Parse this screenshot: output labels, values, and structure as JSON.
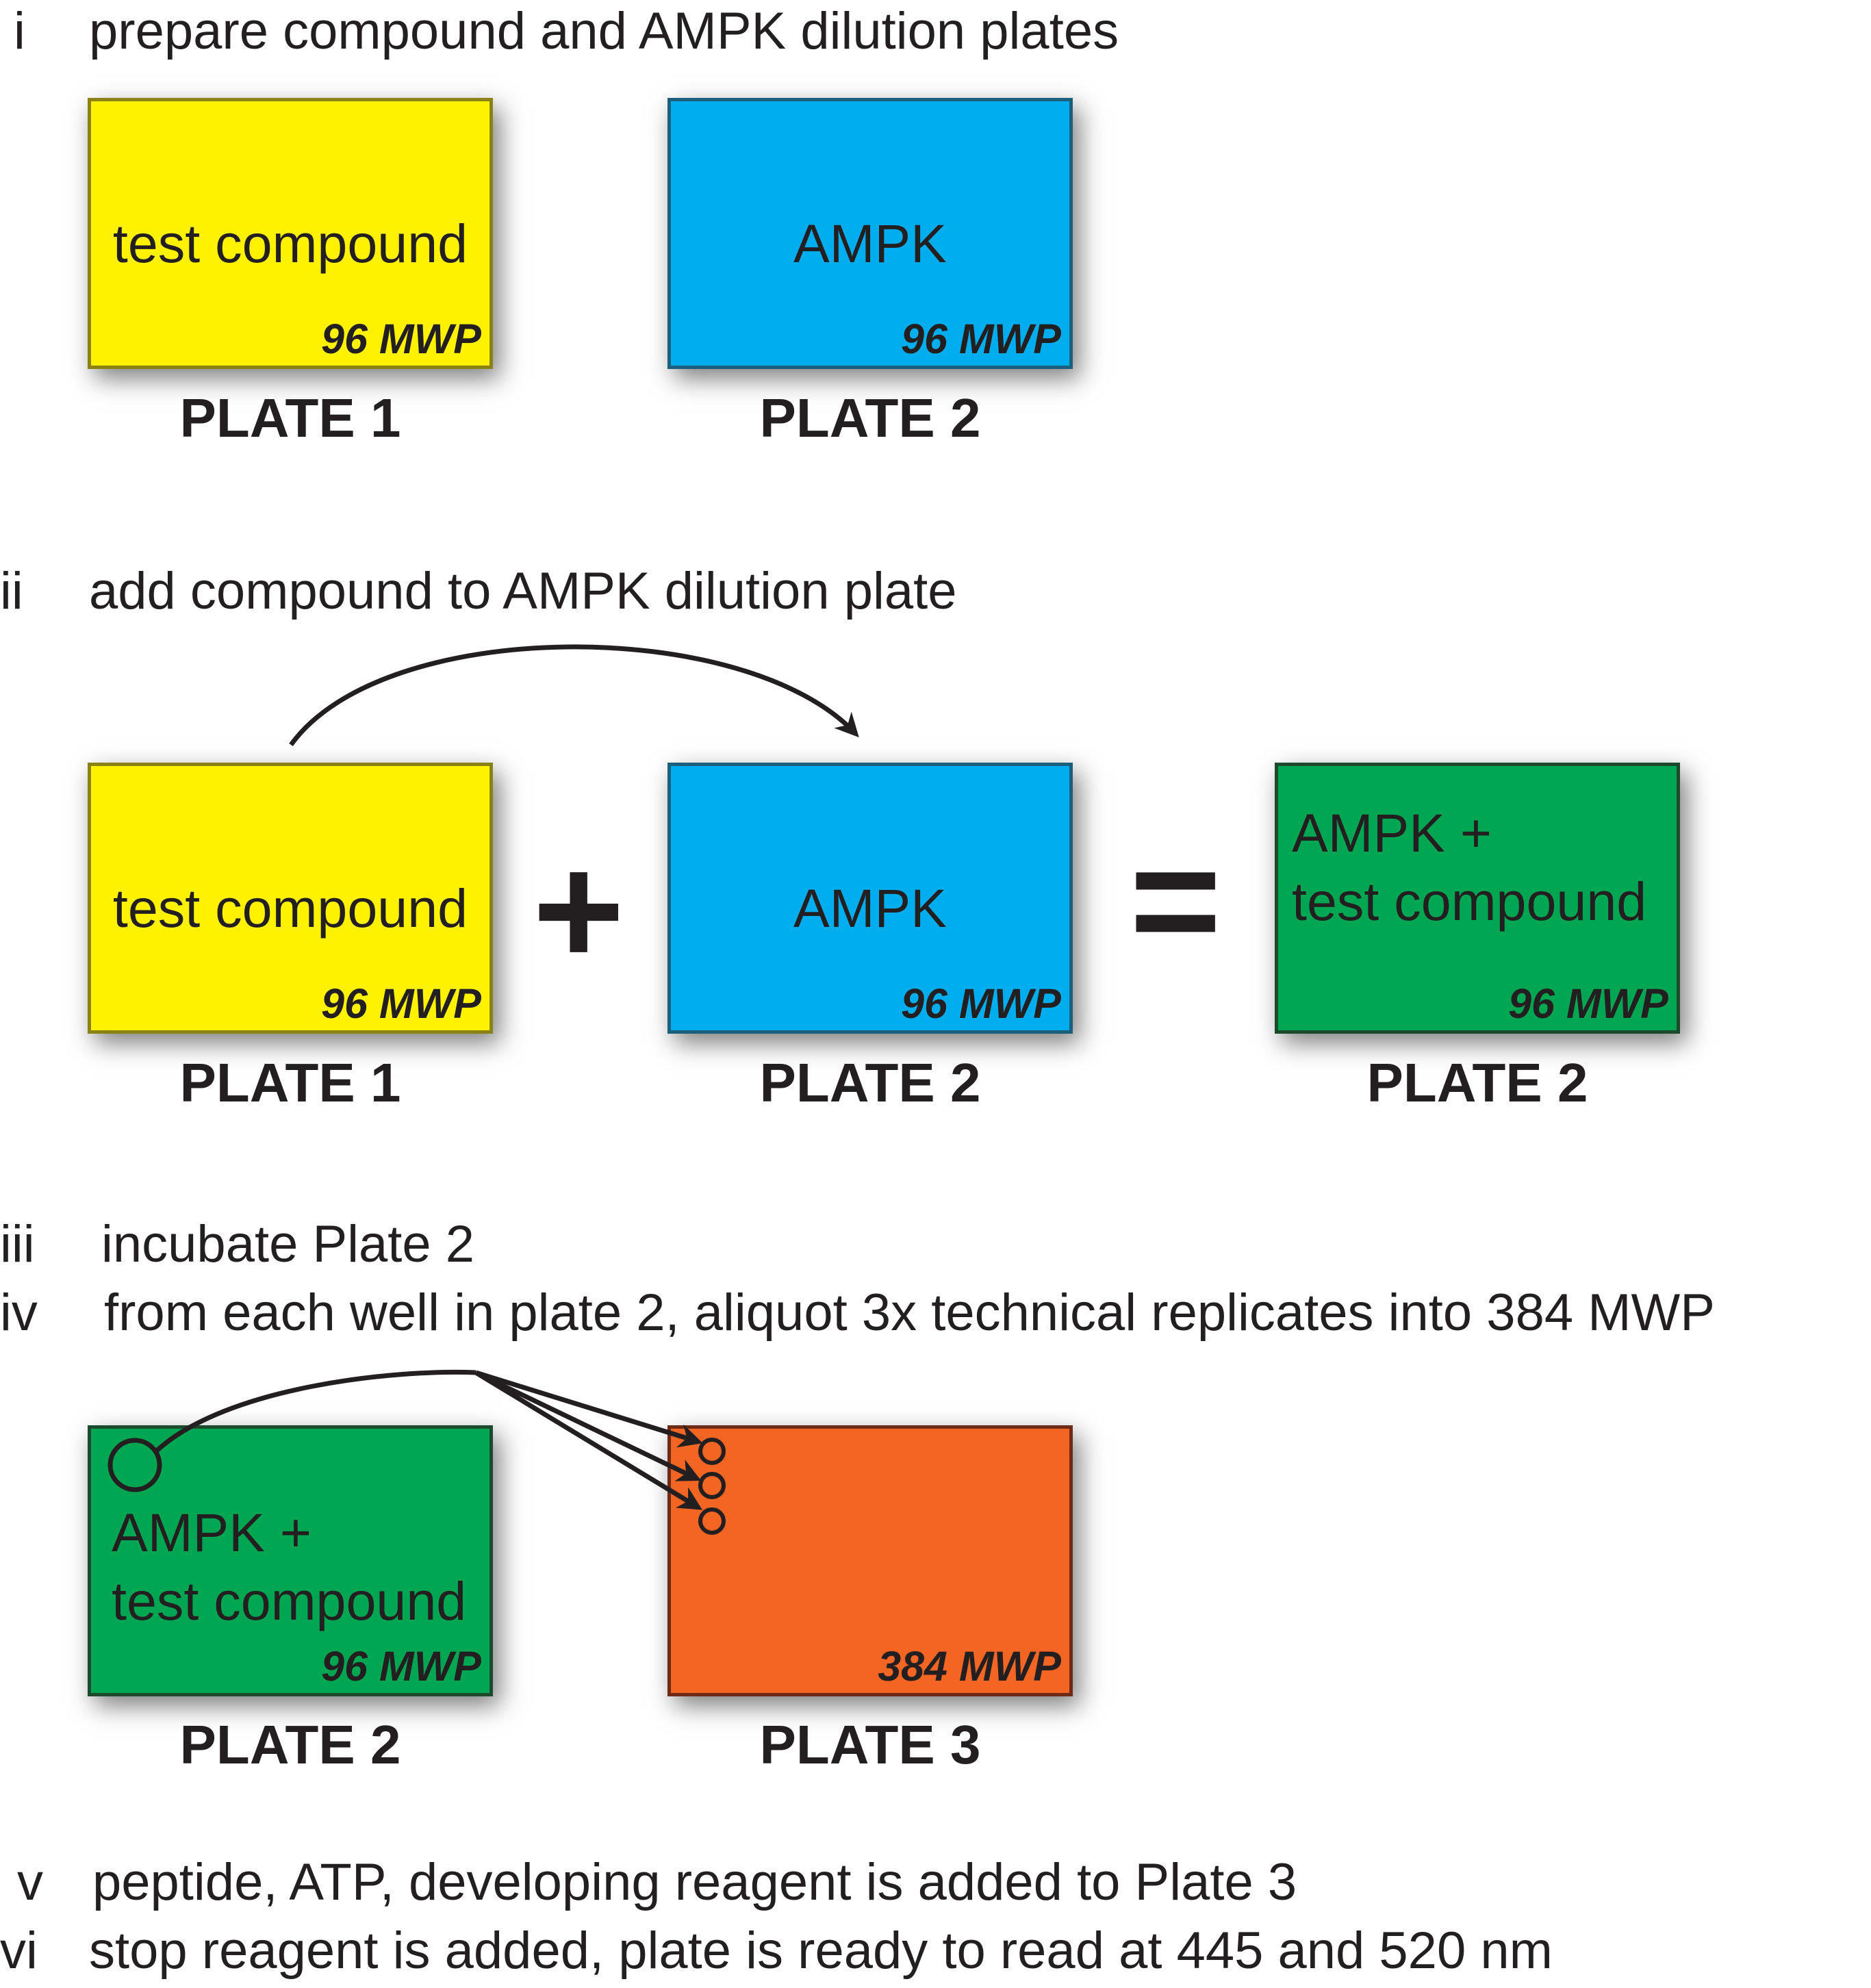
{
  "steps": {
    "i": {
      "num": "i",
      "text": "prepare compound and AMPK dilution plates"
    },
    "ii": {
      "num": "ii",
      "text": "add compound to AMPK dilution plate"
    },
    "iii": {
      "num": "iii",
      "text": "incubate Plate 2"
    },
    "iv": {
      "num": "iv",
      "text": "from each well in plate 2, aliquot 3x technical replicates into 384 MWP"
    },
    "v": {
      "num": "v",
      "text": "peptide, ATP, developing reagent is added to Plate 3"
    },
    "vi": {
      "num": "vi",
      "text": "stop reagent is added, plate is ready to read at 445 and 520 nm"
    }
  },
  "plates": {
    "compound_text": "test compound",
    "ampk_text": "AMPK",
    "mix_line1": "AMPK +",
    "mix_line2": "test compound",
    "mwp96": "96 MWP",
    "mwp384": "384 MWP",
    "plate1": "PLATE 1",
    "plate2": "PLATE 2",
    "plate3": "PLATE 3"
  },
  "operators": {
    "plus": "+",
    "equals": "="
  },
  "colors": {
    "compound": "#fff200",
    "ampk": "#00aeef",
    "mixture": "#00a651",
    "plate384": "#f26522",
    "ink": "#231f20"
  }
}
